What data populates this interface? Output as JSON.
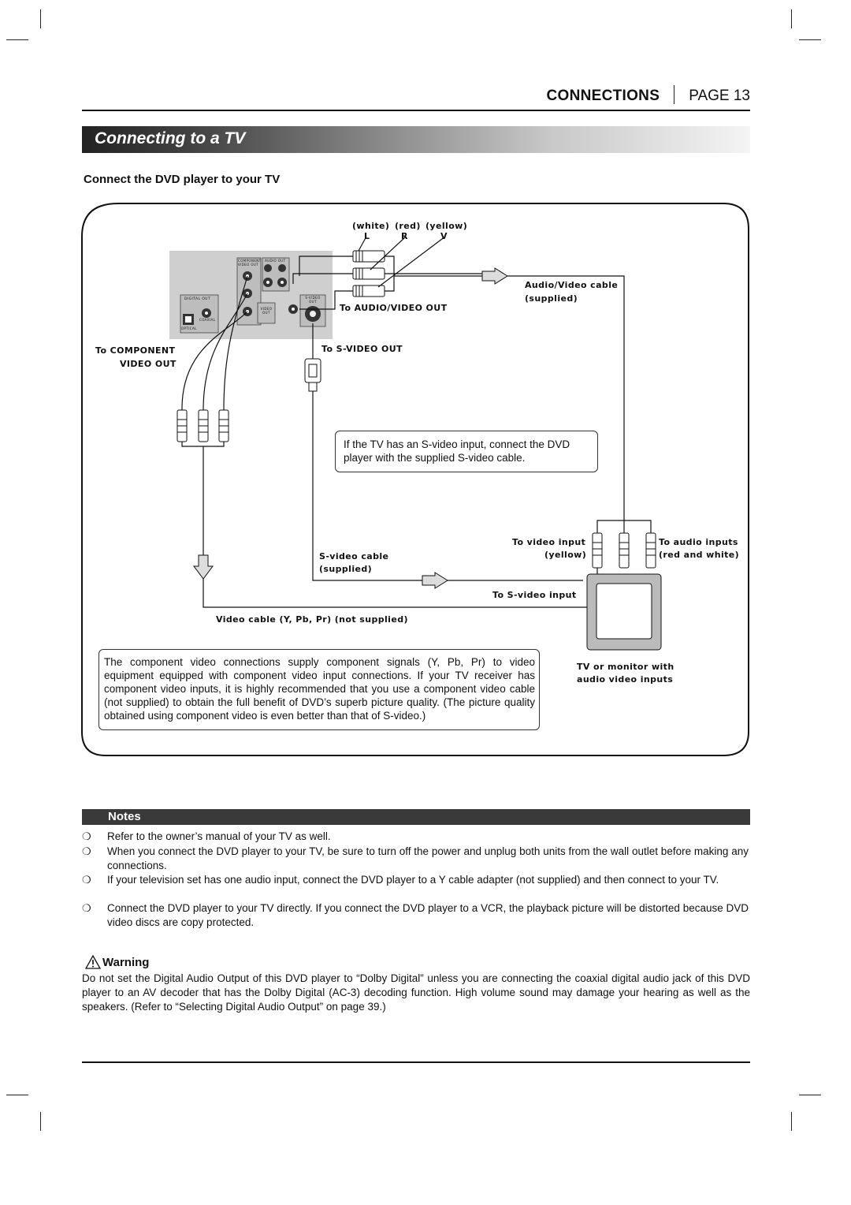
{
  "header": {
    "section": "CONNECTIONS",
    "page": "PAGE 13"
  },
  "title": "Connecting to a TV",
  "subtitle": "Connect the DVD player to your TV",
  "diagram": {
    "cable_colors": [
      "(white)",
      "(red)",
      "(yellow)"
    ],
    "cable_letters": [
      "L",
      "R",
      "V"
    ],
    "panel_digital_out": "DIGITAL OUT",
    "panel_component": "COMPONENT VIDEO OUT",
    "panel_audio_out": "AUDIO OUT",
    "panel_svideo": "S-VIDEO OUT",
    "panel_video_out": "VIDEO OUT",
    "panel_optical": "OPTICAL",
    "panel_coaxial": "COAXIAL",
    "to_component_1": "To COMPONENT",
    "to_component_2": "VIDEO OUT",
    "to_av_out": "To AUDIO/VIDEO OUT",
    "to_svideo_out": "To S-VIDEO OUT",
    "av_cable_1": "Audio/Video cable",
    "av_cable_2": "(supplied)",
    "svideo_note": "If the TV has an S-video input, connect the DVD player with the supplied S-video cable.",
    "to_video_input_1": "To video input",
    "to_video_input_2": "(yellow)",
    "to_audio_inputs_1": "To audio inputs",
    "to_audio_inputs_2": "(red and white)",
    "svideo_cable_1": "S-video cable",
    "svideo_cable_2": "(supplied)",
    "to_svideo_input": "To S-video input",
    "video_cable_ypbpr": "Video cable (Y, Pb, Pr) (not supplied)",
    "tv_label_1": "TV or monitor with",
    "tv_label_2": "audio video inputs",
    "component_note": "The component video connections supply component signals (Y, Pb, Pr) to video equipment equipped with component video input connections. If your TV receiver has component video inputs, it is highly recommended that you use a component video cable (not supplied) to obtain the full benefit of DVD’s superb picture quality. (The picture quality obtained using component video is even better than that of S-video.)"
  },
  "notes": {
    "heading": "Notes",
    "bullet": "❍",
    "items": [
      "Refer to the owner’s manual of your TV as well.",
      "When you connect the DVD player to your TV, be sure to turn off the power and unplug both units from the wall outlet before making any connections.",
      "If your television set has one audio input, connect the DVD player to a Y cable adapter (not supplied) and then connect to your TV.",
      "Connect the DVD player to your TV directly. If you connect the DVD player to a VCR, the playback picture will be distorted because DVD video discs are copy protected."
    ]
  },
  "warning": {
    "heading": "Warning",
    "icon": "warning-triangle-icon",
    "text": "Do not set the Digital Audio Output of this DVD player to “Dolby Digital” unless you are connecting the coaxial digital audio jack of this DVD player to an AV decoder that has the Dolby Digital (AC-3) decoding function. High volume sound may damage your hearing as well as the speakers. (Refer to “Selecting Digital Audio Output” on page 39.)"
  }
}
